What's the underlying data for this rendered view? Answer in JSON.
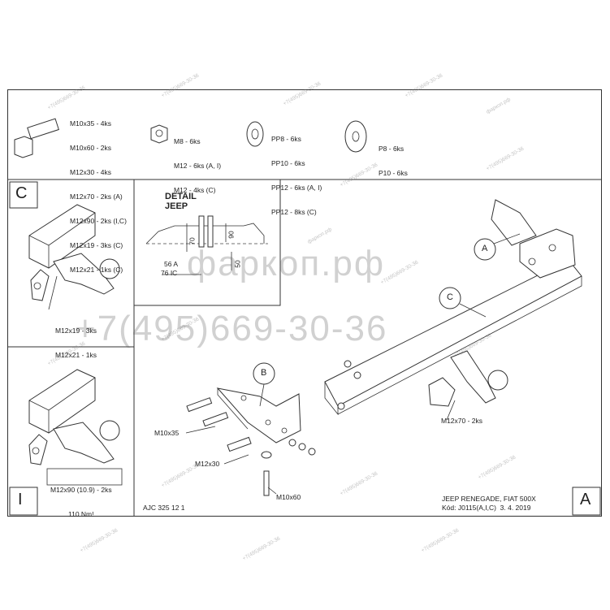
{
  "hardware_list": {
    "bolts": [
      "M10x35 - 4ks",
      "M10x60 - 2ks",
      "M12x30 - 4ks",
      "M12x70 - 2ks (A)",
      "M12x90 - 2ks (I,C)",
      "M12x19 - 3ks (C)",
      "M12x21 - 1ks (C)"
    ],
    "nuts": [
      "M8 - 6ks",
      "M12 - 6ks (A, I)",
      "M12 - 4ks (C)"
    ],
    "washers_pp": [
      "PP8 - 6ks",
      "PP10 - 6ks",
      "PP12 - 6ks (A, I)",
      "PP12 - 8ks (C)"
    ],
    "washers_p": [
      "P8 - 6ks",
      "P10 - 6ks"
    ]
  },
  "panel_c": {
    "letter": "C",
    "labels": [
      "M12x19 - 3ks",
      "M12x21 - 1ks"
    ]
  },
  "panel_i": {
    "letter": "I",
    "labels": [
      "M12x90 (10.9) - 2ks",
      "110 Nm!"
    ]
  },
  "detail": {
    "title_line1": "DETAIL",
    "title_line2": "JEEP",
    "dim_70": "70",
    "dim_90": "90",
    "dim_56a": "56 A",
    "dim_76ic": "76 IC",
    "dim_50": "50"
  },
  "callouts": {
    "a": "A",
    "b": "B",
    "c": "C"
  },
  "part_labels": {
    "m10x35": "M10x35",
    "m12x30": "M12x30",
    "m10x60": "M10x60",
    "m12x70": "M12x70 - 2ks"
  },
  "footer": {
    "drawing_code": "AJC 325 12 1",
    "vehicle": "JEEP RENEGADE, FIAT 500X",
    "kod": "Kód: J0115(A,I,C)  3. 4. 2019",
    "version_letter": "A"
  },
  "watermarks": {
    "site": "фаркоп.рф",
    "phone": "+7(495)669-30-36",
    "small_site": "фаркоп.рф",
    "small_phone": "+7(495)669-30-36"
  }
}
